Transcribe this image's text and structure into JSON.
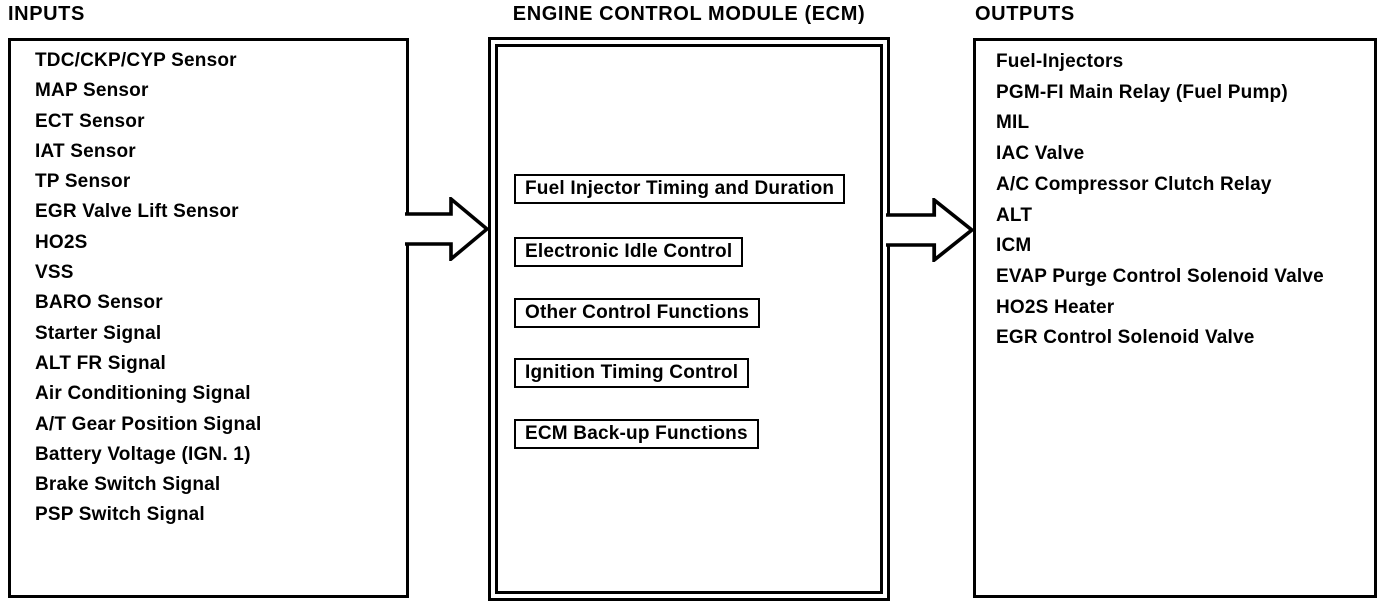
{
  "diagram": {
    "inputs": {
      "title": "INPUTS",
      "items": [
        "TDC/CKP/CYP Sensor",
        "MAP Sensor",
        "ECT Sensor",
        "IAT Sensor",
        "TP Sensor",
        "EGR Valve Lift Sensor",
        "HO2S",
        "VSS",
        "BARO Sensor",
        "Starter Signal",
        "ALT FR Signal",
        "Air Conditioning Signal",
        "A/T Gear Position Signal",
        "Battery Voltage (IGN. 1)",
        "Brake Switch Signal",
        "PSP Switch Signal"
      ]
    },
    "ecm": {
      "title": "ENGINE CONTROL MODULE (ECM)",
      "functions": [
        "Fuel Injector Timing and Duration",
        "Electronic Idle Control",
        "Other Control Functions",
        "Ignition Timing Control",
        "ECM Back-up Functions"
      ]
    },
    "outputs": {
      "title": "OUTPUTS",
      "items": [
        "Fuel-Injectors",
        "PGM-FI Main Relay (Fuel Pump)",
        "MIL",
        "IAC Valve",
        "A/C Compressor Clutch Relay",
        "ALT",
        "ICM",
        "EVAP Purge Control Solenoid Valve",
        "HO2S Heater",
        "EGR Control Solenoid Valve"
      ]
    },
    "colors": {
      "ink": "#000000",
      "paper": "#ffffff"
    }
  }
}
